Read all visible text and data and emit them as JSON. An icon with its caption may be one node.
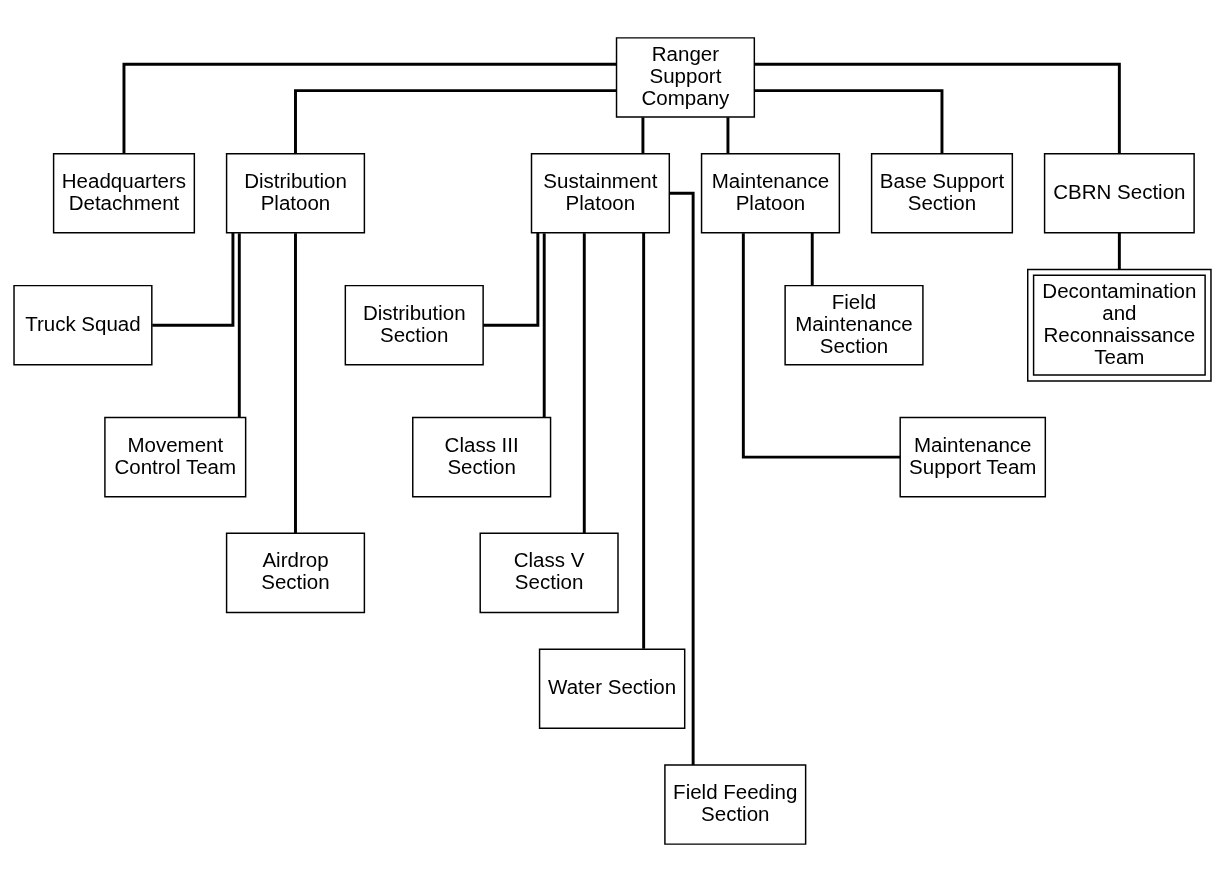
{
  "diagram": {
    "nodes": [
      {
        "text": [
          "Ranger Support Company"
        ]
      },
      {
        "text": [
          "Headquarters Detachment"
        ]
      },
      {
        "text": [
          "Distribution Platoon"
        ]
      },
      {
        "text": [
          "Sustainment Platoon"
        ]
      },
      {
        "text": [
          "Maintenance Platoon"
        ]
      },
      {
        "text": [
          "Base Support Section"
        ]
      },
      {
        "text": [
          "CBRN Section"
        ]
      },
      {
        "text": [
          "Truck Squad"
        ]
      },
      {
        "text": [
          "Movement Control Team"
        ]
      },
      {
        "text": [
          "Airdrop Section"
        ]
      },
      {
        "text": [
          "Distribution Section"
        ]
      },
      {
        "text": [
          "Class III Section"
        ]
      },
      {
        "text": [
          "Class V Section"
        ]
      },
      {
        "text": [
          "Water Section"
        ]
      },
      {
        "text": [
          "Field Feeding Section"
        ]
      },
      {
        "text": [
          "Field Maintenance Section"
        ]
      },
      {
        "text": [
          "Maintenance Support Team"
        ]
      },
      {
        "text": [
          "Decontamination and Reconnaissance Team"
        ]
      }
    ],
    "edges": [
      {
        "from": 0,
        "to": 1,
        "arrow": "none"
      },
      {
        "from": 0,
        "to": 2,
        "arrow": "none"
      },
      {
        "from": 0,
        "to": 3,
        "arrow": "none"
      },
      {
        "from": 0,
        "to": 4,
        "arrow": "none"
      },
      {
        "from": 0,
        "to": 5,
        "arrow": "none"
      },
      {
        "from": 0,
        "to": 6,
        "arrow": "none"
      },
      {
        "from": 2,
        "to": 7,
        "arrow": "none"
      },
      {
        "from": 2,
        "to": 8,
        "arrow": "none"
      },
      {
        "from": 2,
        "to": 9,
        "arrow": "none"
      },
      {
        "from": 3,
        "to": 10,
        "arrow": "none"
      },
      {
        "from": 3,
        "to": 11,
        "arrow": "none"
      },
      {
        "from": 3,
        "to": 12,
        "arrow": "none"
      },
      {
        "from": 3,
        "to": 13,
        "arrow": "none"
      },
      {
        "from": 3,
        "to": 14,
        "arrow": "none"
      },
      {
        "from": 4,
        "to": 15,
        "arrow": "none"
      },
      {
        "from": 4,
        "to": 16,
        "arrow": "none"
      },
      {
        "from": 6,
        "to": 17,
        "arrow": "none"
      }
    ]
  }
}
